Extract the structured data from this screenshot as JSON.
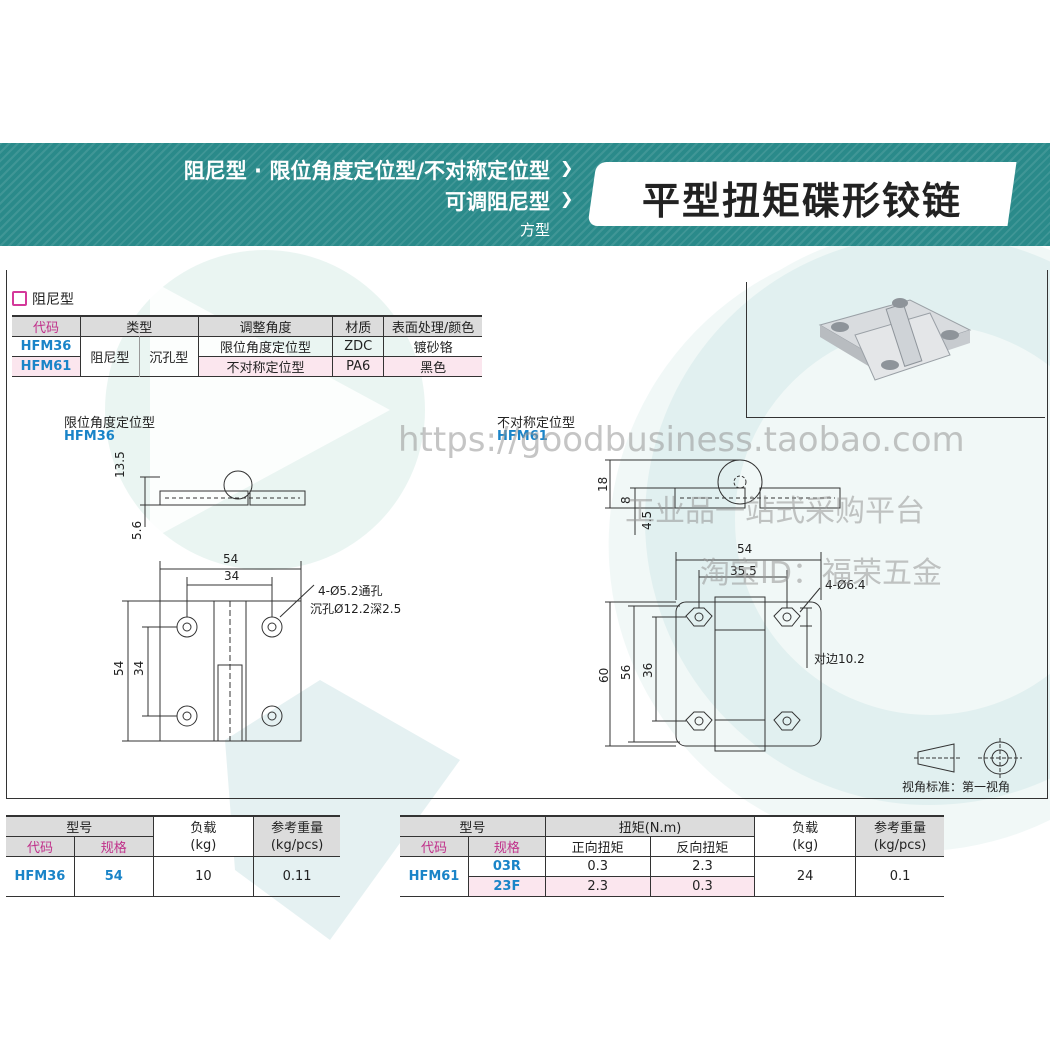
{
  "header": {
    "line1": "阻尼型 · 限位角度定位型/不对称定位型",
    "line2": "可调阻尼型",
    "line3": "方型",
    "title": "平型扭矩碟形铰链"
  },
  "section_label": "阻尼型",
  "spec_table": {
    "headers": [
      "代码",
      "类型",
      "调整角度",
      "材质",
      "表面处理/颜色"
    ],
    "rows": [
      {
        "code": "HFM36",
        "type1": "阻尼型",
        "type2": "沉孔型",
        "angle": "限位角度定位型",
        "material": "ZDC",
        "finish": "镀砂铬"
      },
      {
        "code": "HFM61",
        "angle": "不对称定位型",
        "material": "PA6",
        "finish": "黑色"
      }
    ]
  },
  "drawing_left": {
    "caption": "限位角度定位型",
    "code": "HFM36",
    "dims": {
      "h1": "13.5",
      "h2": "5.6",
      "w_total": "54",
      "w_hole": "34",
      "h_total": "54",
      "h_hole": "34"
    },
    "hole_note1": "4-Ø5.2通孔",
    "hole_note2": "沉孔Ø12.2深2.5"
  },
  "drawing_right": {
    "caption": "不对称定位型",
    "code": "HFM61",
    "dims": {
      "h1": "18",
      "h2": "8",
      "h3": "4.5",
      "w_total": "54",
      "w_hole": "35.5",
      "h_total": "60",
      "h_mid": "56",
      "h_hole": "36"
    },
    "hole_note": "4-Ø6.4",
    "flat_note": "对边10.2"
  },
  "view_standard": "视角标准：第一视角",
  "watermark": {
    "url": "https://goodbusiness.taobao.com",
    "line2": "工业品一站式采购平台",
    "line3": "淘宝ID：福荣五金"
  },
  "table_left": {
    "h_model": "型号",
    "h_code": "代码",
    "h_spec": "规格",
    "h_load": "负载",
    "h_load_unit": "(kg)",
    "h_weight": "参考重量",
    "h_weight_unit": "(kg/pcs)",
    "code": "HFM36",
    "spec": "54",
    "load": "10",
    "weight": "0.11"
  },
  "table_right": {
    "h_model": "型号",
    "h_code": "代码",
    "h_spec": "规格",
    "h_torque": "扭矩(N.m)",
    "h_fwd": "正向扭矩",
    "h_rev": "反向扭矩",
    "h_load": "负载",
    "h_load_unit": "(kg)",
    "h_weight": "参考重量",
    "h_weight_unit": "(kg/pcs)",
    "code": "HFM61",
    "rows": [
      {
        "spec": "03R",
        "fwd": "0.3",
        "rev": "2.3"
      },
      {
        "spec": "23F",
        "fwd": "2.3",
        "rev": "0.3"
      }
    ],
    "load": "24",
    "weight": "0.1"
  },
  "colors": {
    "band": "#2a8a8a",
    "code_blue": "#1a84c8",
    "head_pink": "#c0308a"
  }
}
